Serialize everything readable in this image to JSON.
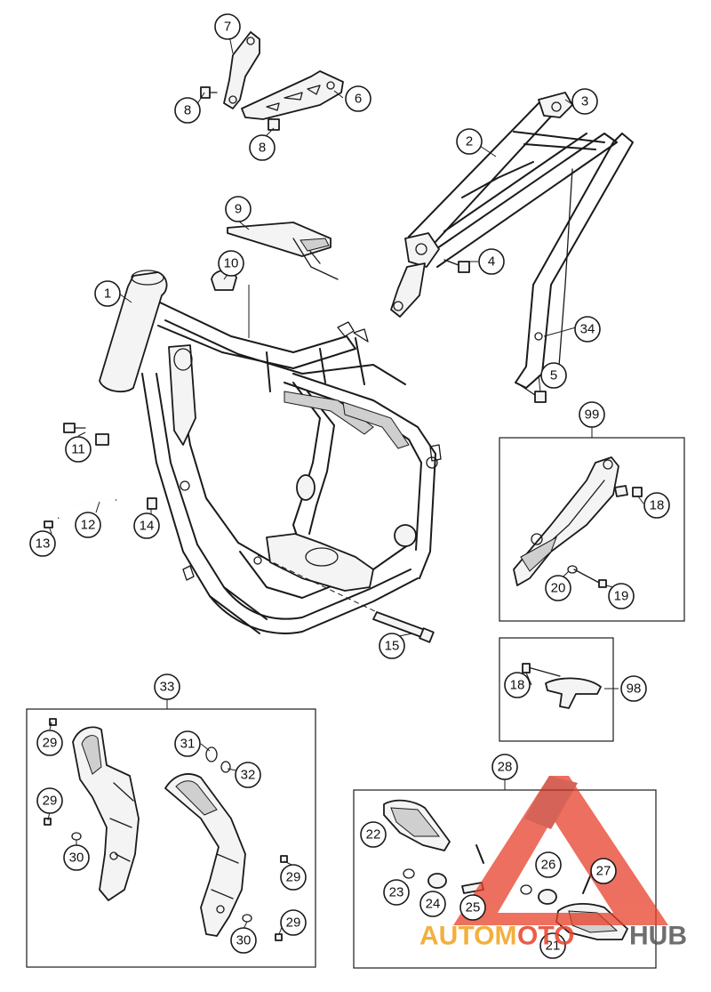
{
  "callouts": [
    {
      "id": "c1",
      "label": "1"
    },
    {
      "id": "c2",
      "label": "2"
    },
    {
      "id": "c3",
      "label": "3"
    },
    {
      "id": "c4",
      "label": "4"
    },
    {
      "id": "c5",
      "label": "5"
    },
    {
      "id": "c6",
      "label": "6"
    },
    {
      "id": "c7",
      "label": "7"
    },
    {
      "id": "c8a",
      "label": "8"
    },
    {
      "id": "c8b",
      "label": "8"
    },
    {
      "id": "c9",
      "label": "9"
    },
    {
      "id": "c10",
      "label": "10"
    },
    {
      "id": "c11",
      "label": "11"
    },
    {
      "id": "c12",
      "label": "12"
    },
    {
      "id": "c13",
      "label": "13"
    },
    {
      "id": "c14",
      "label": "14"
    },
    {
      "id": "c15",
      "label": "15"
    },
    {
      "id": "c18a",
      "label": "18"
    },
    {
      "id": "c18b",
      "label": "18"
    },
    {
      "id": "c19",
      "label": "19"
    },
    {
      "id": "c20",
      "label": "20"
    },
    {
      "id": "c21",
      "label": "21"
    },
    {
      "id": "c22",
      "label": "22"
    },
    {
      "id": "c23",
      "label": "23"
    },
    {
      "id": "c24",
      "label": "24"
    },
    {
      "id": "c25",
      "label": "25"
    },
    {
      "id": "c26",
      "label": "26"
    },
    {
      "id": "c27",
      "label": "27"
    },
    {
      "id": "c28",
      "label": "28"
    },
    {
      "id": "c29a",
      "label": "29"
    },
    {
      "id": "c29b",
      "label": "29"
    },
    {
      "id": "c29c",
      "label": "29"
    },
    {
      "id": "c29d",
      "label": "29"
    },
    {
      "id": "c30a",
      "label": "30"
    },
    {
      "id": "c30b",
      "label": "30"
    },
    {
      "id": "c31",
      "label": "31"
    },
    {
      "id": "c32",
      "label": "32"
    },
    {
      "id": "c33",
      "label": "33"
    },
    {
      "id": "c34",
      "label": "34"
    },
    {
      "id": "c98",
      "label": "98"
    },
    {
      "id": "c99",
      "label": "99"
    }
  ],
  "watermark": {
    "text_left": "AUTOM",
    "text_mid": "OTO",
    "text_right": "HUB",
    "color_accent": "#e8402a",
    "color_gold": "#f2a21c",
    "color_dark": "#555555"
  }
}
